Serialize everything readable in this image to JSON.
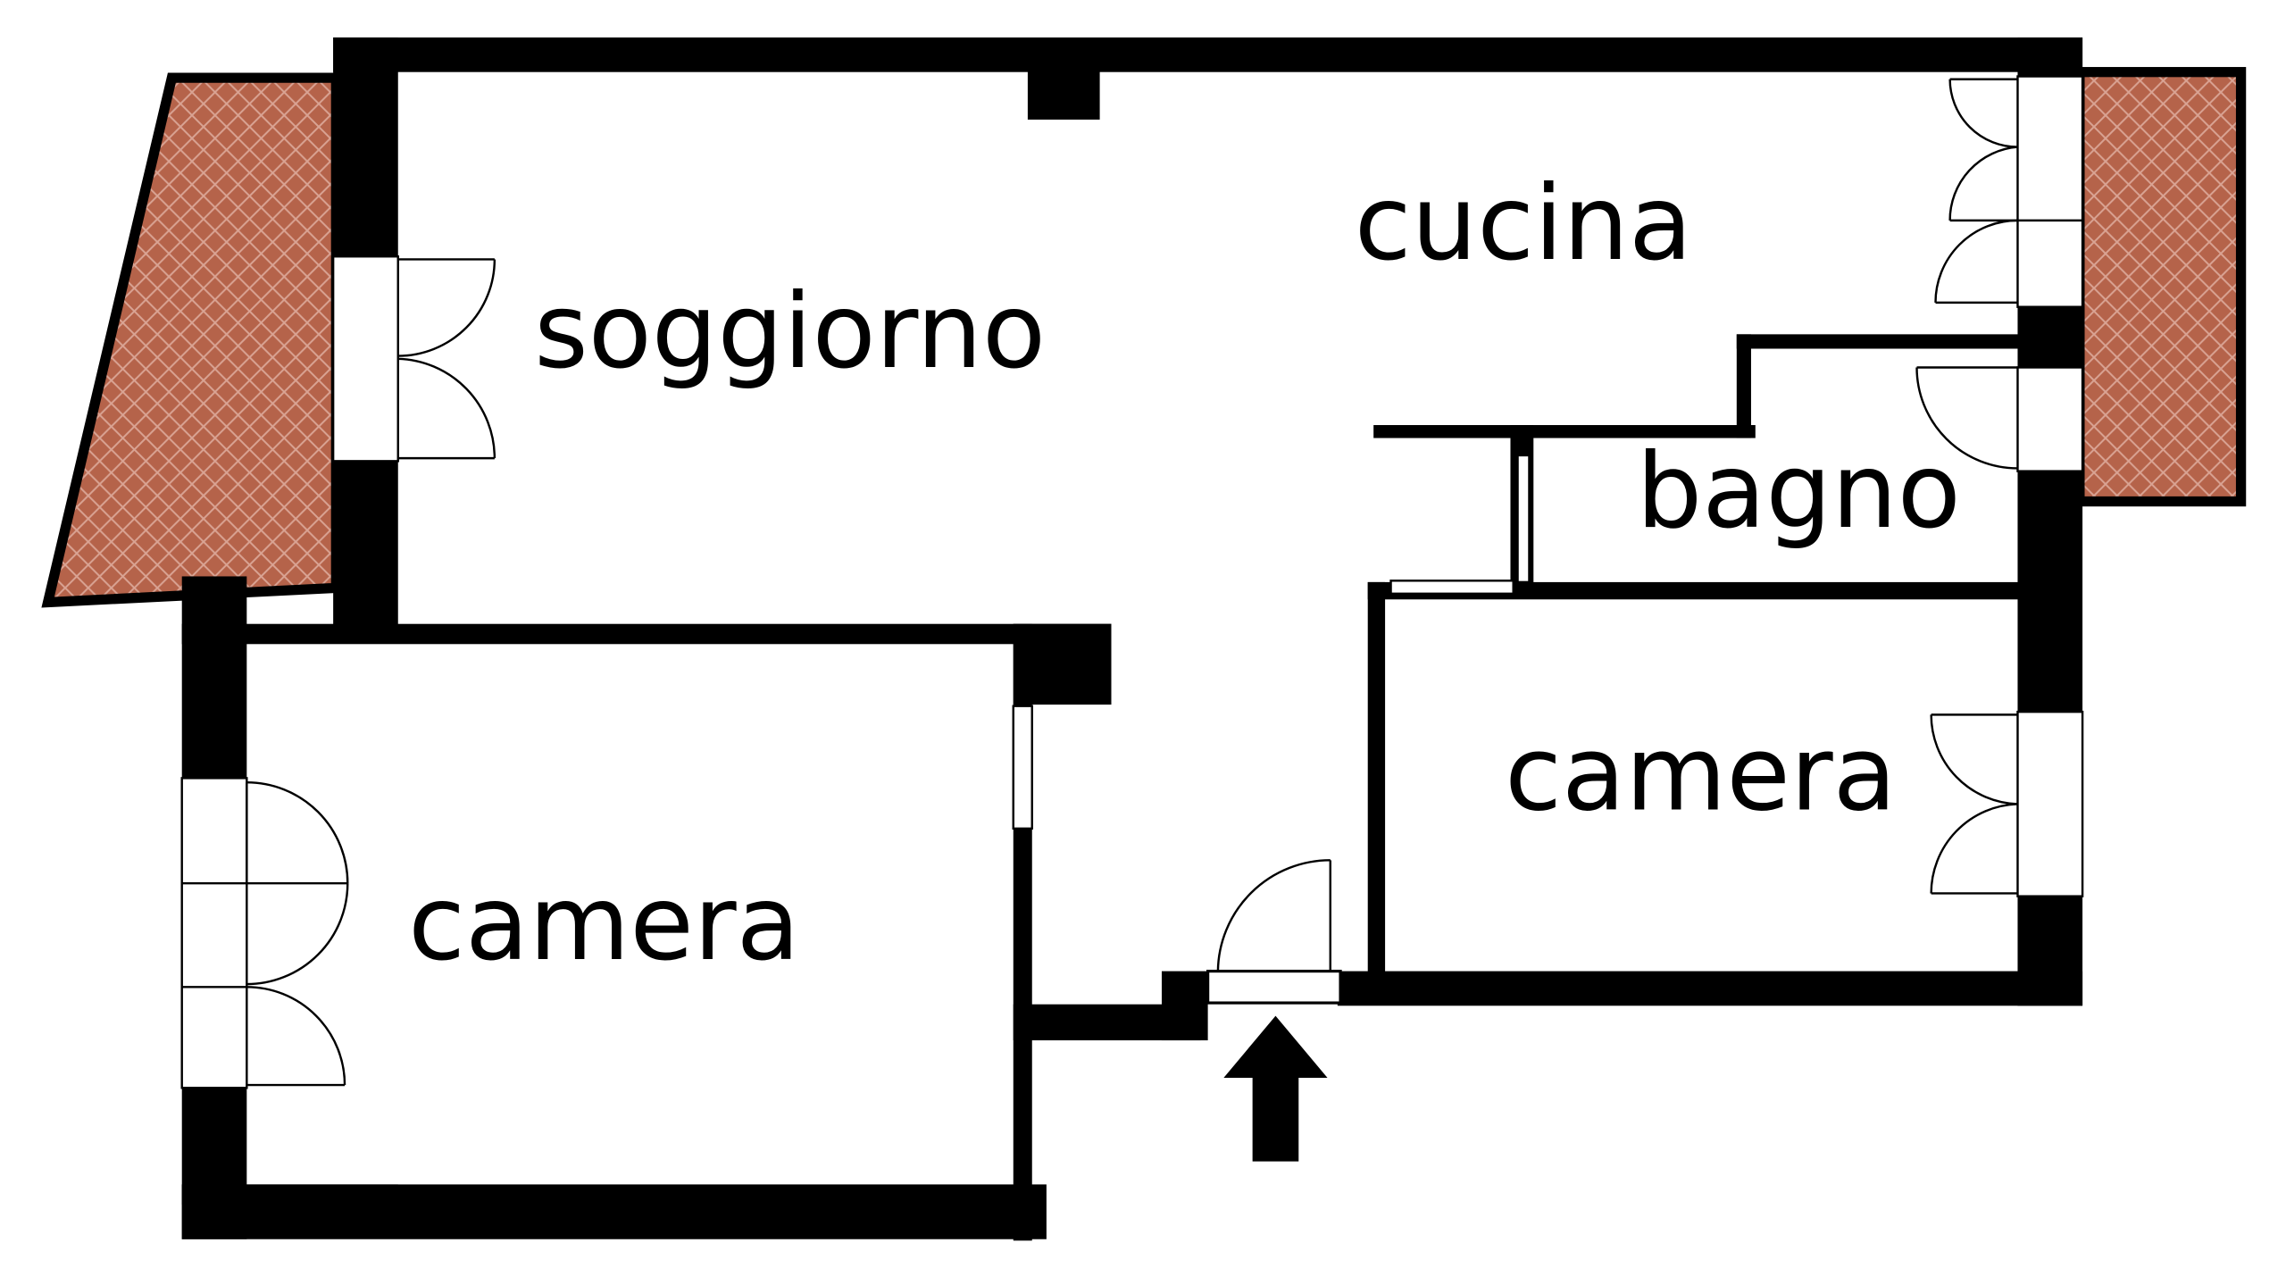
{
  "floorplan": {
    "rooms": [
      {
        "key": "soggiorno",
        "label": "soggiorno"
      },
      {
        "key": "cucina",
        "label": "cucina"
      },
      {
        "key": "bagno",
        "label": "bagno"
      },
      {
        "key": "camera-right",
        "label": "camera"
      },
      {
        "key": "camera-left",
        "label": "camera"
      }
    ],
    "colors": {
      "wall": "#000000",
      "background": "#ffffff",
      "balcony_fill": "#b5634a",
      "balcony_pattern": "#d9a393"
    },
    "icons": {
      "entrance": "entrance-arrow-icon",
      "door": "door-swing-icon",
      "window": "window-icon"
    }
  }
}
